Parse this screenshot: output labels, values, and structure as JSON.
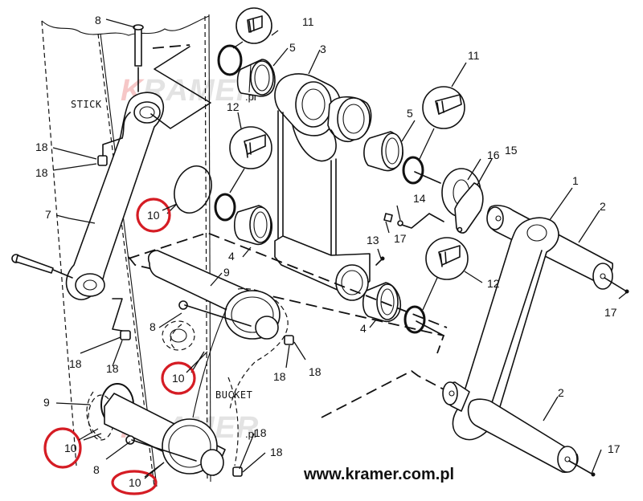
{
  "diagram": {
    "title": "Stick / bucket linkage exploded parts view",
    "section_labels": {
      "stick": "STICK",
      "bucket": "BUCKET"
    },
    "watermark": {
      "text_initial": "K",
      "text_rest": "RAMER",
      "suffix": ".pl"
    },
    "website": "www.kramer.com.pl",
    "highlight_color": "#d51c24",
    "highlighted_part": "10",
    "callouts": [
      {
        "id": "c-8-top",
        "label": "8"
      },
      {
        "id": "c-11-top",
        "label": "11"
      },
      {
        "id": "c-5-top",
        "label": "5"
      },
      {
        "id": "c-3",
        "label": "3"
      },
      {
        "id": "c-11-right",
        "label": "11"
      },
      {
        "id": "c-12-left",
        "label": "12"
      },
      {
        "id": "c-5-right",
        "label": "5"
      },
      {
        "id": "c-16",
        "label": "16"
      },
      {
        "id": "c-15",
        "label": "15"
      },
      {
        "id": "c-18-a",
        "label": "18"
      },
      {
        "id": "c-18-b",
        "label": "18"
      },
      {
        "id": "c-1",
        "label": "1"
      },
      {
        "id": "c-2-top",
        "label": "2"
      },
      {
        "id": "c-14",
        "label": "14"
      },
      {
        "id": "c-7",
        "label": "7"
      },
      {
        "id": "c-13",
        "label": "13"
      },
      {
        "id": "c-17-mid",
        "label": "17"
      },
      {
        "id": "c-4-left",
        "label": "4"
      },
      {
        "id": "c-12-right",
        "label": "12"
      },
      {
        "id": "c-9-top",
        "label": "9"
      },
      {
        "id": "c-17-right",
        "label": "17"
      },
      {
        "id": "c-8-mid",
        "label": "8"
      },
      {
        "id": "c-4-right",
        "label": "4"
      },
      {
        "id": "c-18-c",
        "label": "18"
      },
      {
        "id": "c-18-d",
        "label": "18"
      },
      {
        "id": "c-18-e",
        "label": "18"
      },
      {
        "id": "c-18-f",
        "label": "18"
      },
      {
        "id": "c-2-bottom",
        "label": "2"
      },
      {
        "id": "c-9-bottom",
        "label": "9"
      },
      {
        "id": "c-18-g",
        "label": "18"
      },
      {
        "id": "c-18-h",
        "label": "18"
      },
      {
        "id": "c-8-bottom",
        "label": "8"
      },
      {
        "id": "c-17-bottom",
        "label": "17"
      }
    ],
    "highlighted_callouts": [
      {
        "id": "h-10-a",
        "label": "10"
      },
      {
        "id": "h-10-b",
        "label": "10"
      },
      {
        "id": "h-10-c",
        "label": "10"
      },
      {
        "id": "h-10-d",
        "label": "10"
      }
    ]
  }
}
